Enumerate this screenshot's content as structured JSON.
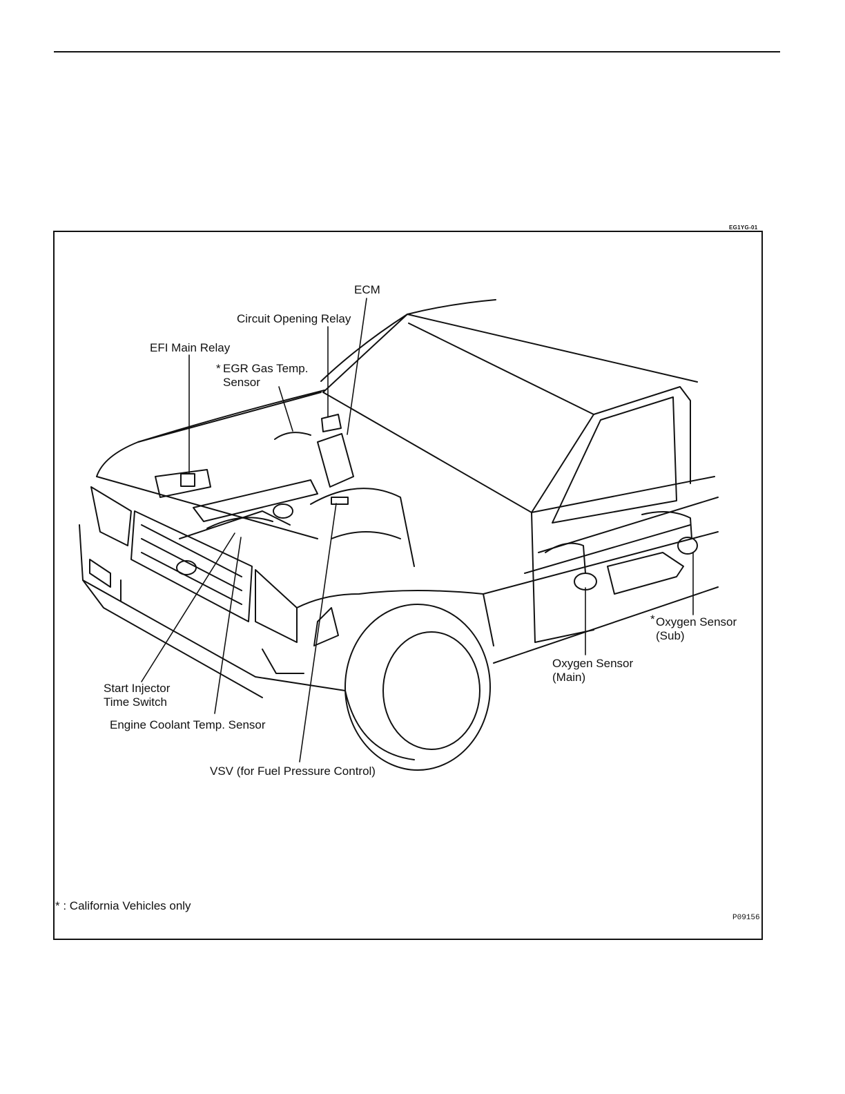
{
  "figure": {
    "code": "EG1YG-01",
    "plate_number": "P09156"
  },
  "labels": {
    "ecm": "ECM",
    "circuit_opening_relay": "Circuit Opening Relay",
    "efi_main_relay": "EFI Main Relay",
    "egr_gas_temp_sensor_mark": "*",
    "egr_gas_temp_sensor": "EGR Gas Temp.\nSensor",
    "oxygen_sensor_sub_mark": "*",
    "oxygen_sensor_sub": "Oxygen Sensor\n(Sub)",
    "oxygen_sensor_main": "Oxygen Sensor\n(Main)",
    "start_injector_time_switch": "Start Injector\nTime Switch",
    "engine_coolant_temp_sensor": "Engine Coolant Temp. Sensor",
    "vsv_fuel_pressure": "VSV (for Fuel Pressure Control)"
  },
  "footnote": {
    "mark": "*",
    "text": " : California Vehicles only"
  }
}
